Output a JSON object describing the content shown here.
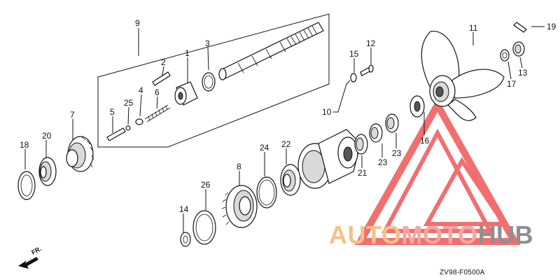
{
  "diagram": {
    "code": "ZV98-F0500A",
    "direction_label": "FR.",
    "callouts": [
      {
        "id": "c9",
        "text": "9"
      },
      {
        "id": "c2",
        "text": "2"
      },
      {
        "id": "c1",
        "text": "1"
      },
      {
        "id": "c3",
        "text": "3"
      },
      {
        "id": "c4",
        "text": "4"
      },
      {
        "id": "c25",
        "text": "25"
      },
      {
        "id": "c6",
        "text": "6"
      },
      {
        "id": "c5",
        "text": "5"
      },
      {
        "id": "c7",
        "text": "7"
      },
      {
        "id": "c18",
        "text": "18"
      },
      {
        "id": "c20",
        "text": "20"
      },
      {
        "id": "c15",
        "text": "15"
      },
      {
        "id": "c12",
        "text": "12"
      },
      {
        "id": "c11",
        "text": "11"
      },
      {
        "id": "c19",
        "text": "19"
      },
      {
        "id": "c17",
        "text": "17"
      },
      {
        "id": "c13",
        "text": "13"
      },
      {
        "id": "c10",
        "text": "10"
      },
      {
        "id": "c16",
        "text": "16"
      },
      {
        "id": "c21",
        "text": "21"
      },
      {
        "id": "c23a",
        "text": "23"
      },
      {
        "id": "c23b",
        "text": "23"
      },
      {
        "id": "c22",
        "text": "22"
      },
      {
        "id": "c24",
        "text": "24"
      },
      {
        "id": "c8",
        "text": "8"
      },
      {
        "id": "c26",
        "text": "26"
      },
      {
        "id": "c14",
        "text": "14"
      }
    ]
  },
  "watermark": {
    "brand_part1": "AUTO",
    "brand_part2": "MOTO",
    "brand_part3": "HUB",
    "colors": {
      "auto": "#f2c28a",
      "moto": "#f3a7a3",
      "hub": "#8f8f8f",
      "logo": "#ee4c4c"
    }
  }
}
